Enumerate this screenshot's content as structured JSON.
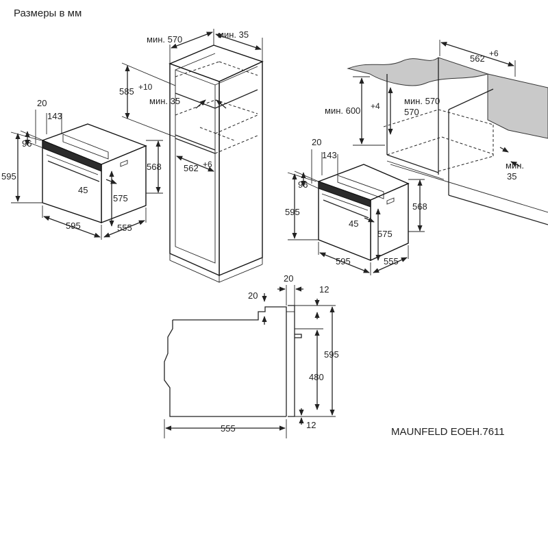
{
  "title": "Размеры в мм",
  "model": "MAUNFELD EOEH.7611",
  "oven_left": {
    "d20": "20",
    "d143": "143",
    "d96": "96",
    "d595_h": "595",
    "d568": "568",
    "d45": "45",
    "d575": "575",
    "d595_w": "595",
    "d555": "555"
  },
  "tall_cabinet": {
    "min570": "мин. 570",
    "min35_top": "мин. 35",
    "d585": "585",
    "d585_tol": "+10",
    "min35_mid": "мин. 35",
    "d562": "562",
    "d562_tol": "+6"
  },
  "under_counter": {
    "d562": "562",
    "d562_tol": "+6",
    "min600": "мин. 600",
    "min600_tol": "+4",
    "min570": "мин. 570",
    "min35_a": "мин.",
    "min35_b": "35"
  },
  "oven_right": {
    "d20": "20",
    "d143": "143",
    "d96": "96",
    "d595_h": "595",
    "d568": "568",
    "d45": "45",
    "d575": "575",
    "d595_w": "595",
    "d555": "555"
  },
  "side_view": {
    "d20_top": "20",
    "d20_left": "20",
    "d12_top": "12",
    "d595": "595",
    "d480": "480",
    "d12_bottom": "12",
    "d555": "555"
  }
}
